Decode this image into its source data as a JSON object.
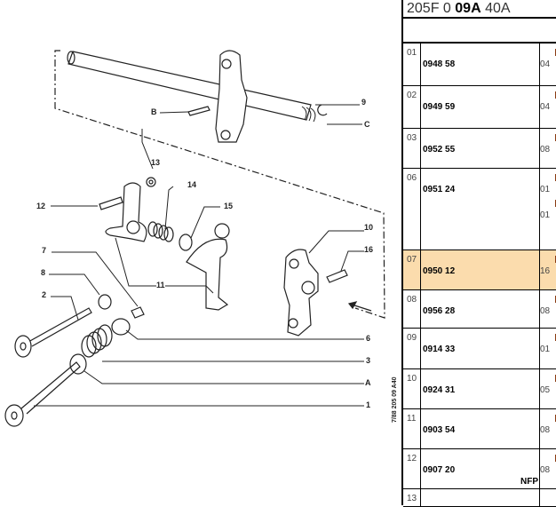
{
  "diagram": {
    "labels": [
      "9",
      "C",
      "B",
      "13",
      "14",
      "15",
      "12",
      "10",
      "16",
      "7",
      "8",
      "11",
      "2",
      "6",
      "3",
      "A",
      "1"
    ],
    "side_code": "7/88 205 09 A40"
  },
  "panel": {
    "title_pre": "205F 0 ",
    "title_bold": "09A",
    "title_post": " 40A",
    "rows": [
      {
        "num": "01",
        "ref": "0948 58",
        "qty": [
          "04"
        ]
      },
      {
        "num": "02",
        "ref": "0949 59",
        "qty": [
          "04"
        ]
      },
      {
        "num": "03",
        "ref": "0952 55",
        "qty": [
          "08"
        ]
      },
      {
        "num": "06",
        "ref": "0951 24",
        "qty": [
          "01",
          "01"
        ]
      },
      {
        "num": "07",
        "ref": "0950 12",
        "qty": [
          "16"
        ],
        "selected": true
      },
      {
        "num": "08",
        "ref": "0956 28",
        "qty": [
          "08"
        ]
      },
      {
        "num": "09",
        "ref": "0914 33",
        "qty": [
          "01"
        ]
      },
      {
        "num": "10",
        "ref": "0924 31",
        "qty": [
          "05"
        ]
      },
      {
        "num": "11",
        "ref": "0903 54",
        "qty": [
          "08"
        ]
      },
      {
        "num": "12",
        "ref": "0907 20",
        "qty": [
          "08"
        ],
        "note": "NFP"
      },
      {
        "num": "13",
        "ref": "",
        "qty": []
      }
    ],
    "selected_color": "#fbdcad"
  }
}
